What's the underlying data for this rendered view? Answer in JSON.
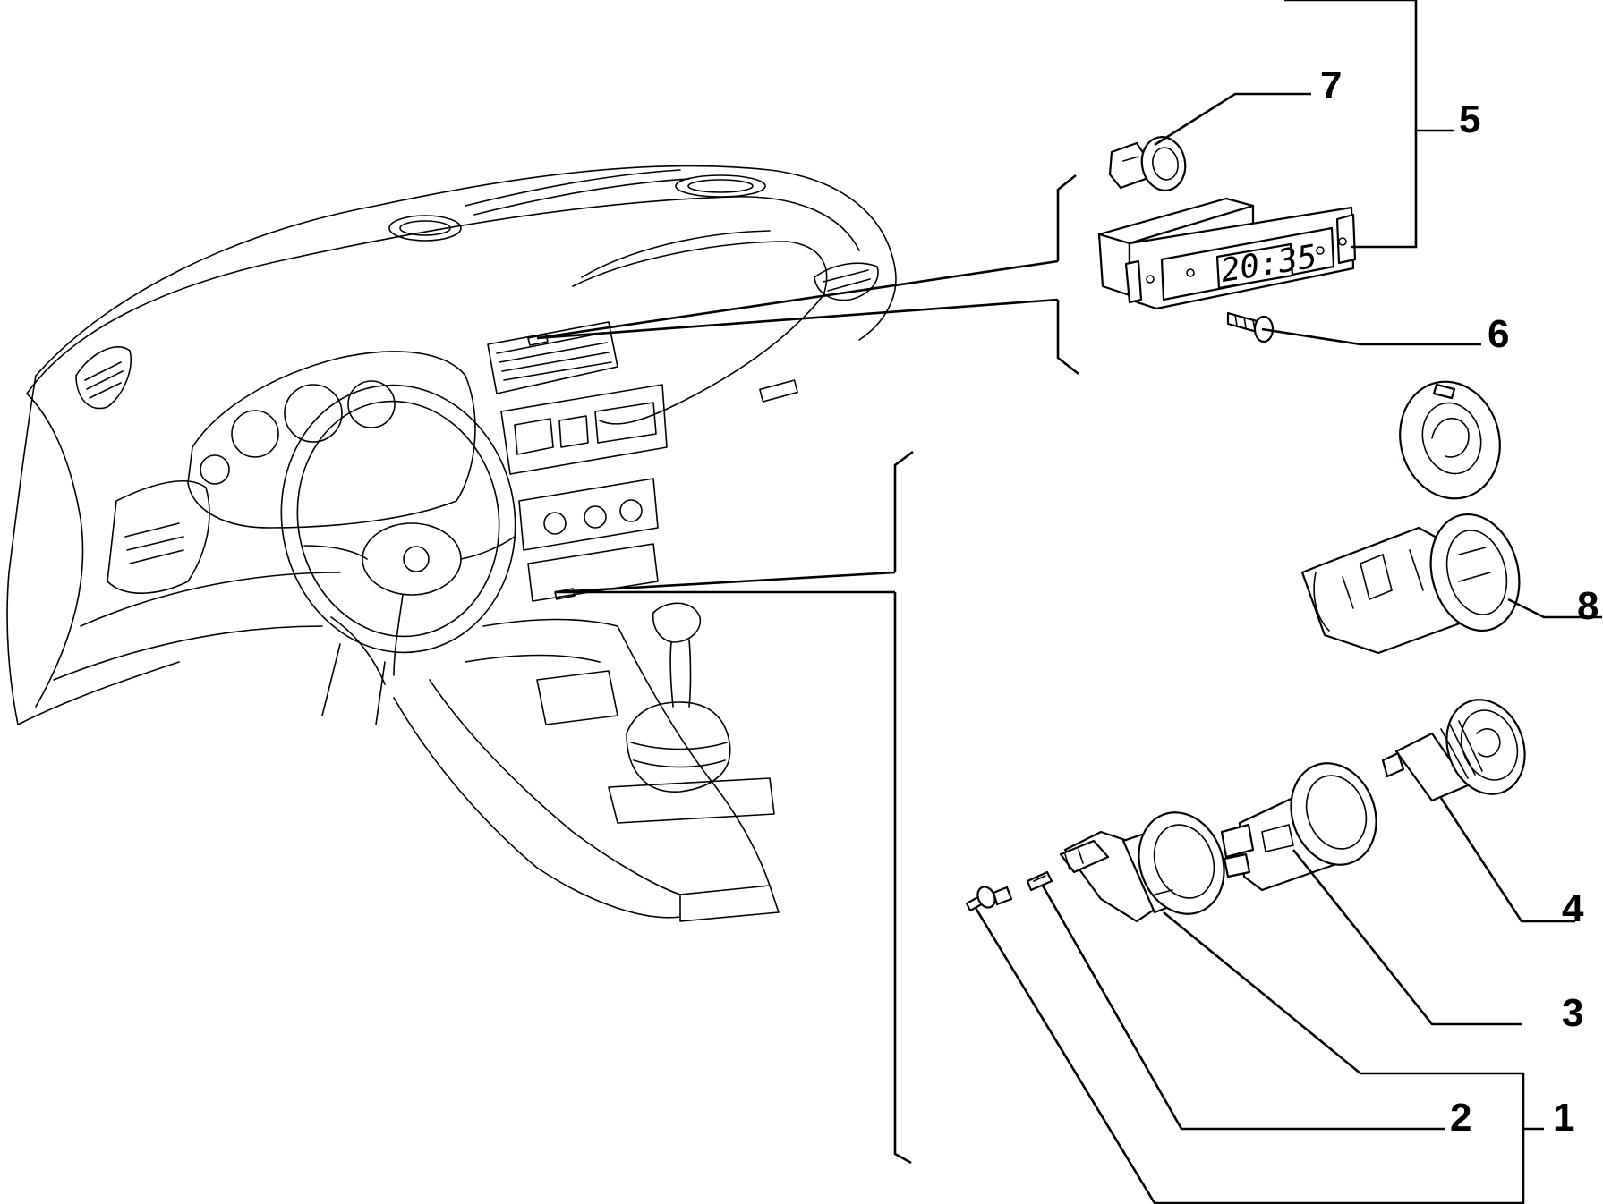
{
  "callouts": {
    "c1": "1",
    "c2": "2",
    "c3": "3",
    "c4": "4",
    "c5": "5",
    "c6": "6",
    "c7": "7",
    "c8": "8"
  },
  "clock_display": "20:35"
}
